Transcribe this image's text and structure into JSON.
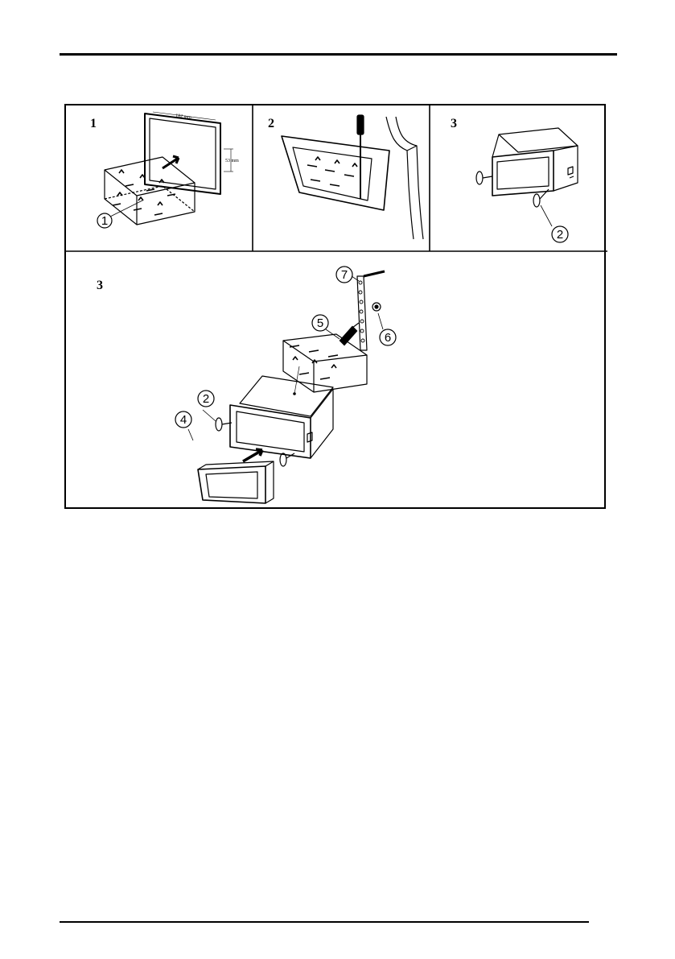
{
  "panels": [
    {
      "step": "1",
      "dim_width": "182 mm",
      "dim_height": "53 mm",
      "callouts": [
        "1"
      ]
    },
    {
      "step": "2",
      "callouts": []
    },
    {
      "step": "3",
      "callouts": [
        "2"
      ]
    },
    {
      "step": "3",
      "callouts": [
        "7",
        "5",
        "6",
        "2",
        "4"
      ]
    }
  ]
}
